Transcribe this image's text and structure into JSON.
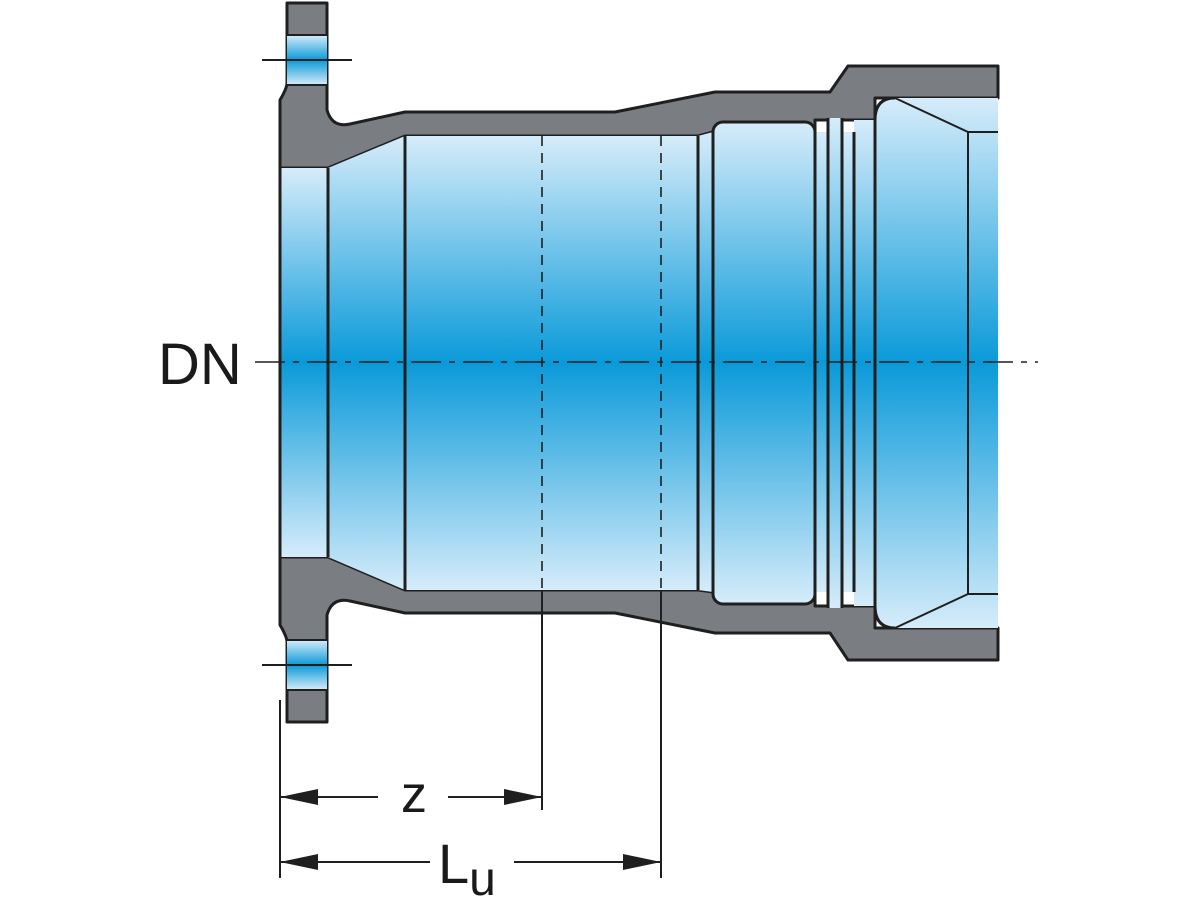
{
  "labels": {
    "nominal_diameter": "DN",
    "z_dimension": "z",
    "installation_length_base": "L",
    "installation_length_sub": "u"
  },
  "colors": {
    "bore_center": "#0a9ad9",
    "bore_edge": "#d6ecfa",
    "wall": "#7a7e82",
    "outline": "#1f1f1f"
  }
}
